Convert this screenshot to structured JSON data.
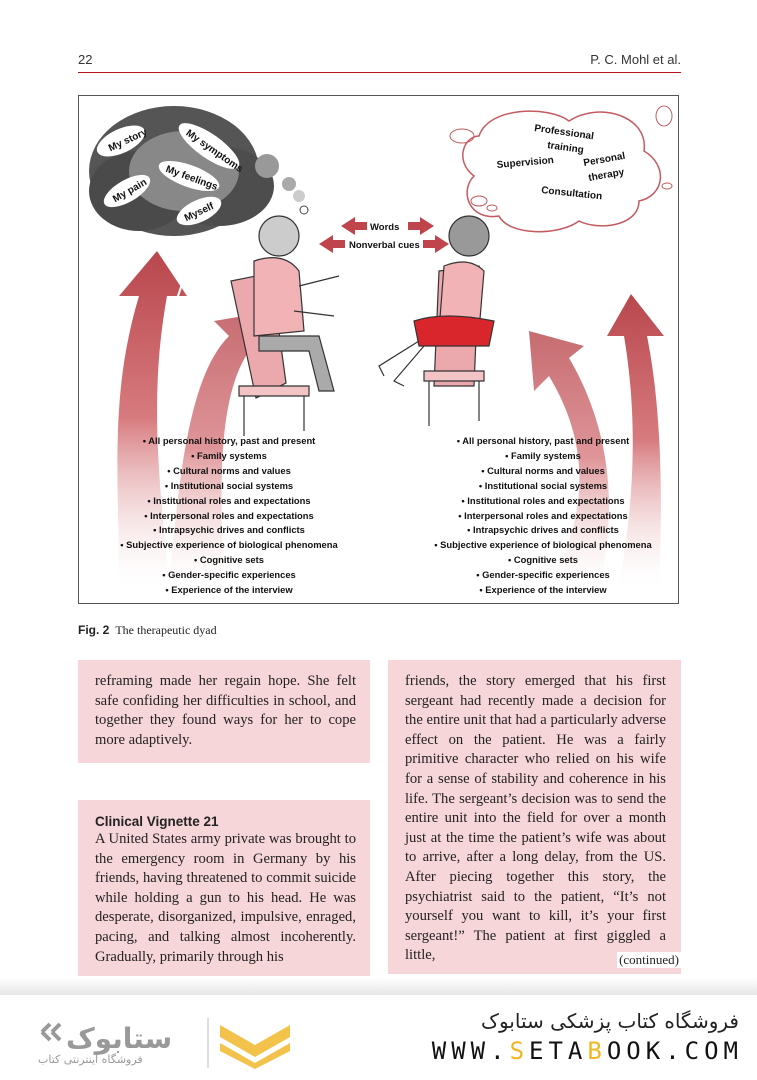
{
  "header": {
    "page_number": "22",
    "authors": "P. C. Mohl et al."
  },
  "figure": {
    "patient_cloud": [
      "My story",
      "My symptoms",
      "My feelings",
      "My pain",
      "Myself"
    ],
    "therapist_cloud": [
      "Professional training",
      "Supervision",
      "Personal therapy",
      "Consultation"
    ],
    "arrows": [
      "Words",
      "Nonverbal cues"
    ],
    "influences": [
      "• All personal history, past and present",
      "• Family systems",
      "• Cultural norms and values",
      "• Institutional social systems",
      "• Institutional roles and expectations",
      "• Interpersonal roles and expectations",
      "• Intrapsychic drives and conflicts",
      "• Subjective experience of biological phenomena",
      "• Cognitive sets",
      "• Gender-specific experiences",
      "• Experience of the interview"
    ],
    "caption_label": "Fig. 2",
    "caption_text": "The therapeutic dyad"
  },
  "box1": {
    "text": "reframing made her regain hope. She felt safe confiding her difficulties in school, and together they found ways for her to cope more adaptively."
  },
  "box2": {
    "title": "Clinical Vignette 21",
    "text": "A United States army private was brought to the emergency room in Germany by his friends, having threatened to commit suicide while holding a gun to his head. He was desperate, disorganized, impulsive, enraged, pacing, and talking almost incoherently. Gradually, primarily through his"
  },
  "box3": {
    "text": "friends, the story emerged that his first sergeant had recently made a decision for the entire unit that had a particularly adverse effect on the patient. He was a fairly primitive character who relied on his wife for a sense of stability and coherence in his life. The sergeant’s decision was to send the entire unit into the field for over a month just at the time the patient’s wife was about to arrive, after a long delay, from the US. After piecing together this story, the psychiatrist said to the patient, “It’s not yourself you want to kill, it’s your first sergeant!” The patient at first giggled a little,"
  },
  "continued": "(continued)",
  "banner": {
    "persian_title": "فروشگاه کتاب پزشکی ستابوک",
    "url_pre": "WWW.",
    "url_s": "S",
    "url_mid": "ETA",
    "url_b": "B",
    "url_post": "OOK.COM",
    "logo_sub": "فروشگاه اینترنتی کتاب",
    "logo_text": "ستابوک"
  }
}
